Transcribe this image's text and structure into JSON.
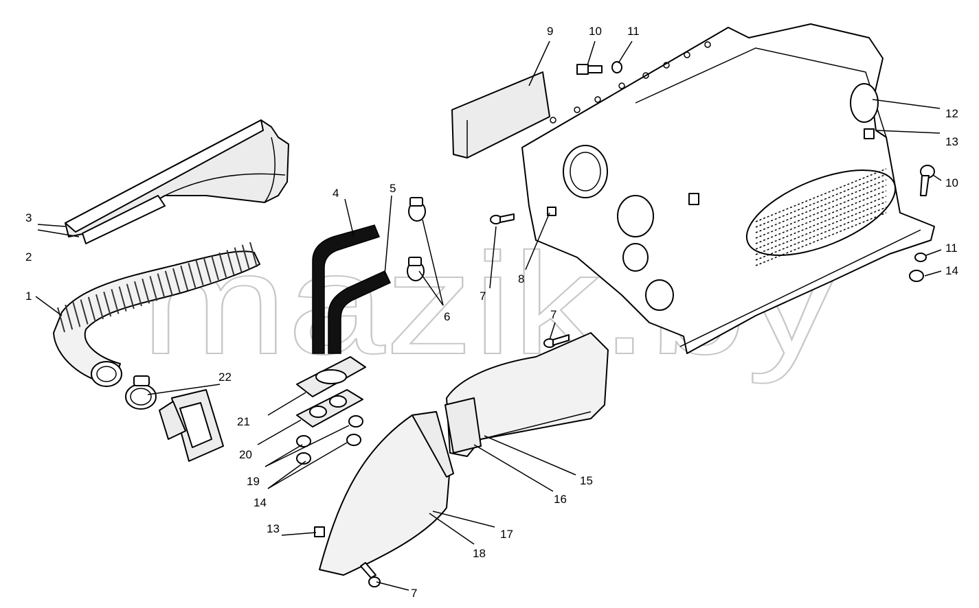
{
  "watermark": "mazik.by",
  "callouts": [
    {
      "id": "c1",
      "text": "1"
    },
    {
      "id": "c2",
      "text": "2"
    },
    {
      "id": "c3",
      "text": "3"
    },
    {
      "id": "c4",
      "text": "4"
    },
    {
      "id": "c5",
      "text": "5"
    },
    {
      "id": "c6",
      "text": "6"
    },
    {
      "id": "c7a",
      "text": "7"
    },
    {
      "id": "c7b",
      "text": "7"
    },
    {
      "id": "c7c",
      "text": "7"
    },
    {
      "id": "c8",
      "text": "8"
    },
    {
      "id": "c9",
      "text": "9"
    },
    {
      "id": "c10a",
      "text": "10"
    },
    {
      "id": "c10b",
      "text": "10"
    },
    {
      "id": "c11a",
      "text": "11"
    },
    {
      "id": "c11b",
      "text": "11"
    },
    {
      "id": "c12",
      "text": "12"
    },
    {
      "id": "c13a",
      "text": "13"
    },
    {
      "id": "c13b",
      "text": "13"
    },
    {
      "id": "c14a",
      "text": "14"
    },
    {
      "id": "c14b",
      "text": "14"
    },
    {
      "id": "c15",
      "text": "15"
    },
    {
      "id": "c16",
      "text": "16"
    },
    {
      "id": "c17",
      "text": "17"
    },
    {
      "id": "c18",
      "text": "18"
    },
    {
      "id": "c19",
      "text": "19"
    },
    {
      "id": "c20",
      "text": "20"
    },
    {
      "id": "c21",
      "text": "21"
    },
    {
      "id": "c22",
      "text": "22"
    }
  ]
}
